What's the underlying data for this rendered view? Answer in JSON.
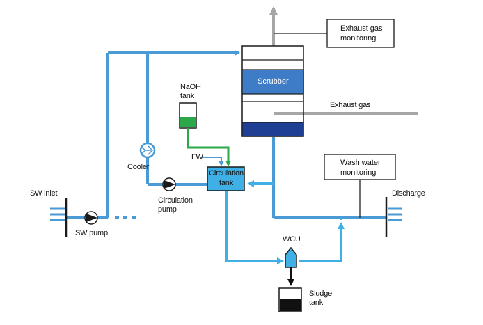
{
  "labels": {
    "exhaust_gas_monitoring": "Exhaust gas\nmonitoring",
    "scrubber": "Scrubber",
    "exhaust_gas": "Exhaust gas",
    "naoh_tank": "NaOH\ntank",
    "fw": "FW",
    "cooler": "Cooler",
    "circulation_tank": "Circulation\ntank",
    "wash_water_monitoring": "Wash water\nmonitoring",
    "sw_inlet": "SW inlet",
    "discharge": "Discharge",
    "circulation_pump": "Circulation\npump",
    "sw_pump": "SW pump",
    "wcu": "WCU",
    "sludge_tank": "Sludge\ntank"
  },
  "colors": {
    "seawater_blue": "#4a9ad6",
    "light_blue": "#3fb0e6",
    "scrubber_band": "#3f7cc7",
    "scrubber_bottom": "#1f3f94",
    "naoh_green": "#2aa84a",
    "exhaust_grey": "#a6a6a6",
    "outline": "#1a1a1a"
  }
}
